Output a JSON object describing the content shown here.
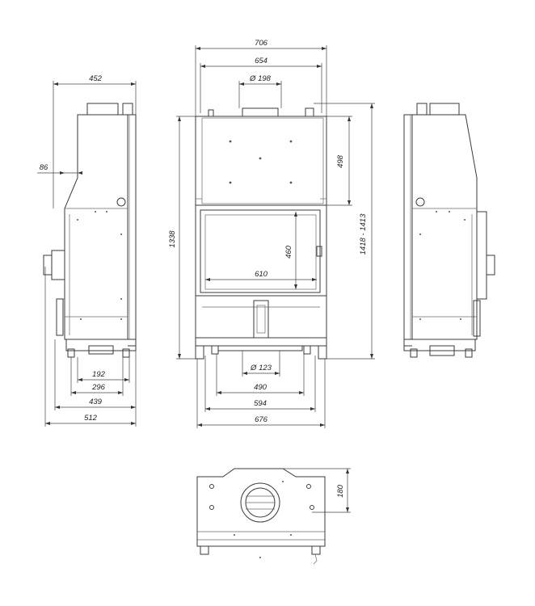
{
  "dimensions": {
    "front_total_width": "706",
    "front_top_width": "654",
    "flue_top_diameter": "Ø 198",
    "upper_panel_height": "498",
    "total_height_range": "1418 - 1413",
    "front_height": "1338",
    "glass_height": "460",
    "glass_width": "610",
    "air_inlet_diameter": "Ø 123",
    "base_490": "490",
    "base_594": "594",
    "base_676": "676",
    "side_depth": "452",
    "side_offset": "86",
    "side_192": "192",
    "side_296": "296",
    "side_439": "439",
    "side_512": "512",
    "bottom_view_180": "180"
  }
}
